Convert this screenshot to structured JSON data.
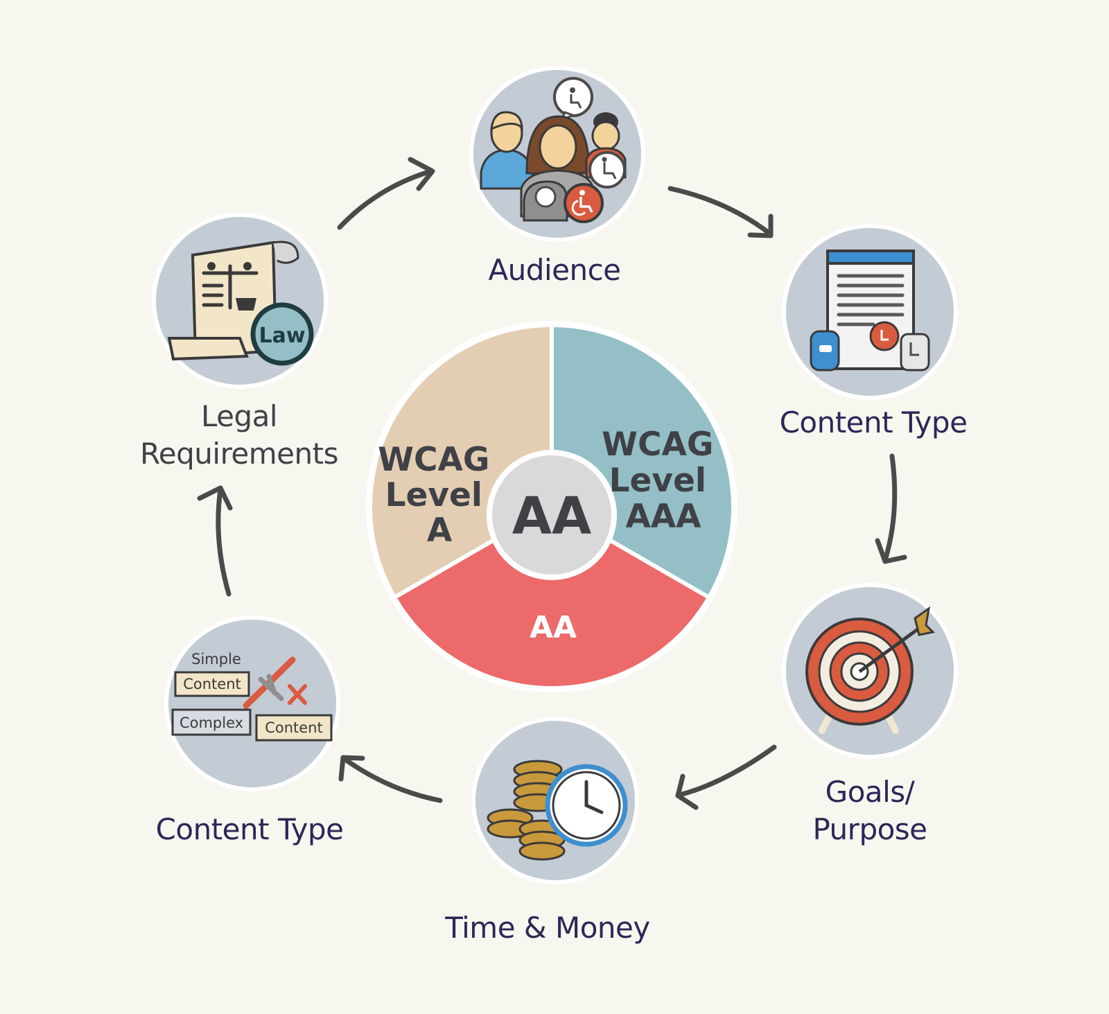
{
  "center": {
    "hub": "AA",
    "segments": [
      {
        "lines": [
          "WCAG",
          "Level",
          "A"
        ],
        "color": "#e3ceb3",
        "text_color": "#3f4147"
      },
      {
        "lines": [
          "WCAG",
          "Level",
          "AAA"
        ],
        "color": "#94bfc6",
        "text_color": "#3f4147"
      },
      {
        "lines": [
          "AA"
        ],
        "color": "#ec6a69",
        "text_color": "#ffffff"
      }
    ],
    "hub_color": "#d9d9d9"
  },
  "factors": [
    {
      "id": "audience",
      "lines": [
        "Audience"
      ]
    },
    {
      "id": "content-type-top",
      "lines": [
        "Content Type"
      ]
    },
    {
      "id": "goals",
      "lines": [
        "Goals/",
        "Purpose"
      ]
    },
    {
      "id": "time-money",
      "lines": [
        "Time & Money"
      ]
    },
    {
      "id": "content-type-bottom",
      "lines": [
        "Content Type"
      ]
    },
    {
      "id": "legal",
      "lines": [
        "Legal",
        "Requirements"
      ]
    }
  ],
  "icon_texts": {
    "law": "Law",
    "simple": "Simple",
    "content_a": "Content",
    "complex": "Complex",
    "content_b": "Content"
  },
  "colors": {
    "background": "#f7f6ef",
    "icon_circle": "#c3cbd5",
    "arrow": "#4a4a4a",
    "label_purple": "#2f2557",
    "label_gray": "#3f4147"
  }
}
